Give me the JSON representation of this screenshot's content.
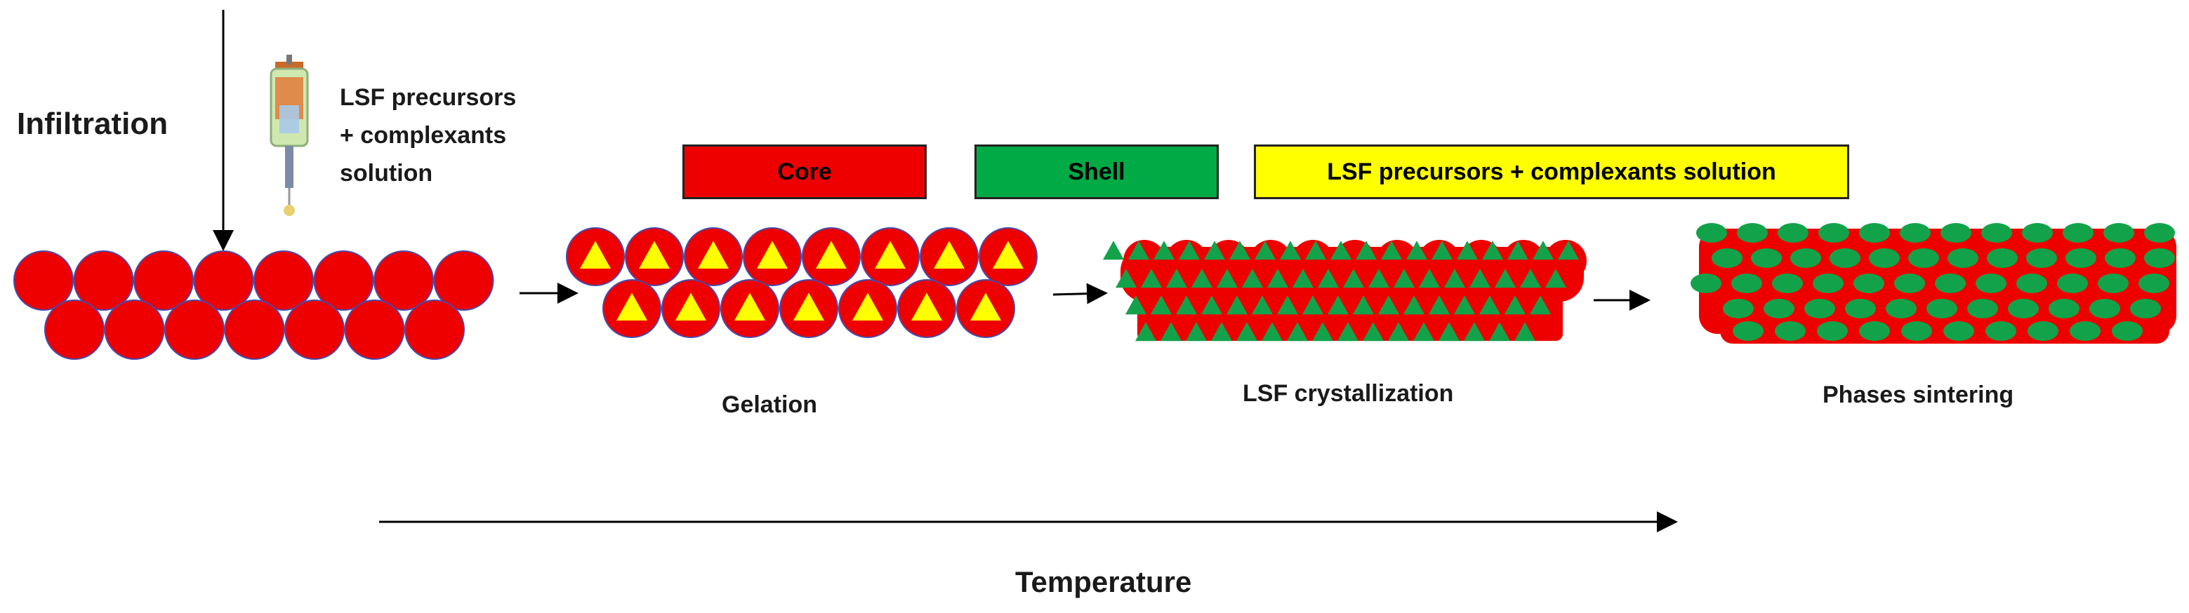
{
  "process": {
    "step_infiltration": "Infiltration",
    "precursor_note": [
      "LSF precursors",
      "+ complexants",
      "solution"
    ],
    "stage_labels": {
      "gelation": "Gelation",
      "crystallization": "LSF crystallization",
      "sintering": "Phases sintering"
    },
    "axis_label": "Temperature"
  },
  "legend": [
    {
      "label": "Core",
      "color": "#ee0000"
    },
    {
      "label": "Shell",
      "color": "#00aa44"
    },
    {
      "label": "LSF precursors + complexants solution",
      "color": "#ffff00"
    }
  ],
  "icons": {
    "syringe": "syringe-icon"
  },
  "colors": {
    "core": "#ee0000",
    "shell": "#12a34a",
    "solution": "#ffff00",
    "outline": "#4a4aa8",
    "arrow": "#000000"
  }
}
